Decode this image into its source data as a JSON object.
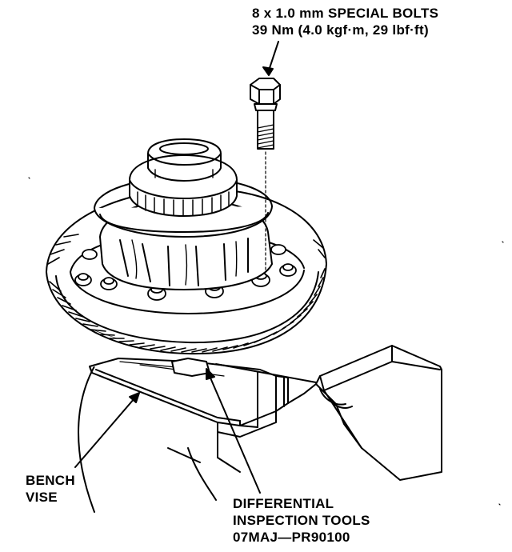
{
  "labels": {
    "bolts": {
      "line1": "8 x 1.0 mm SPECIAL BOLTS",
      "line2": "39 Nm (4.0 kgf·m, 29 lbf·ft)"
    },
    "vise": {
      "line1": "BENCH",
      "line2": "VISE"
    },
    "tools": {
      "line1": "DIFFERENTIAL",
      "line2": "INSPECTION TOOLS",
      "line3": "07MAJ—PR90100"
    }
  }
}
